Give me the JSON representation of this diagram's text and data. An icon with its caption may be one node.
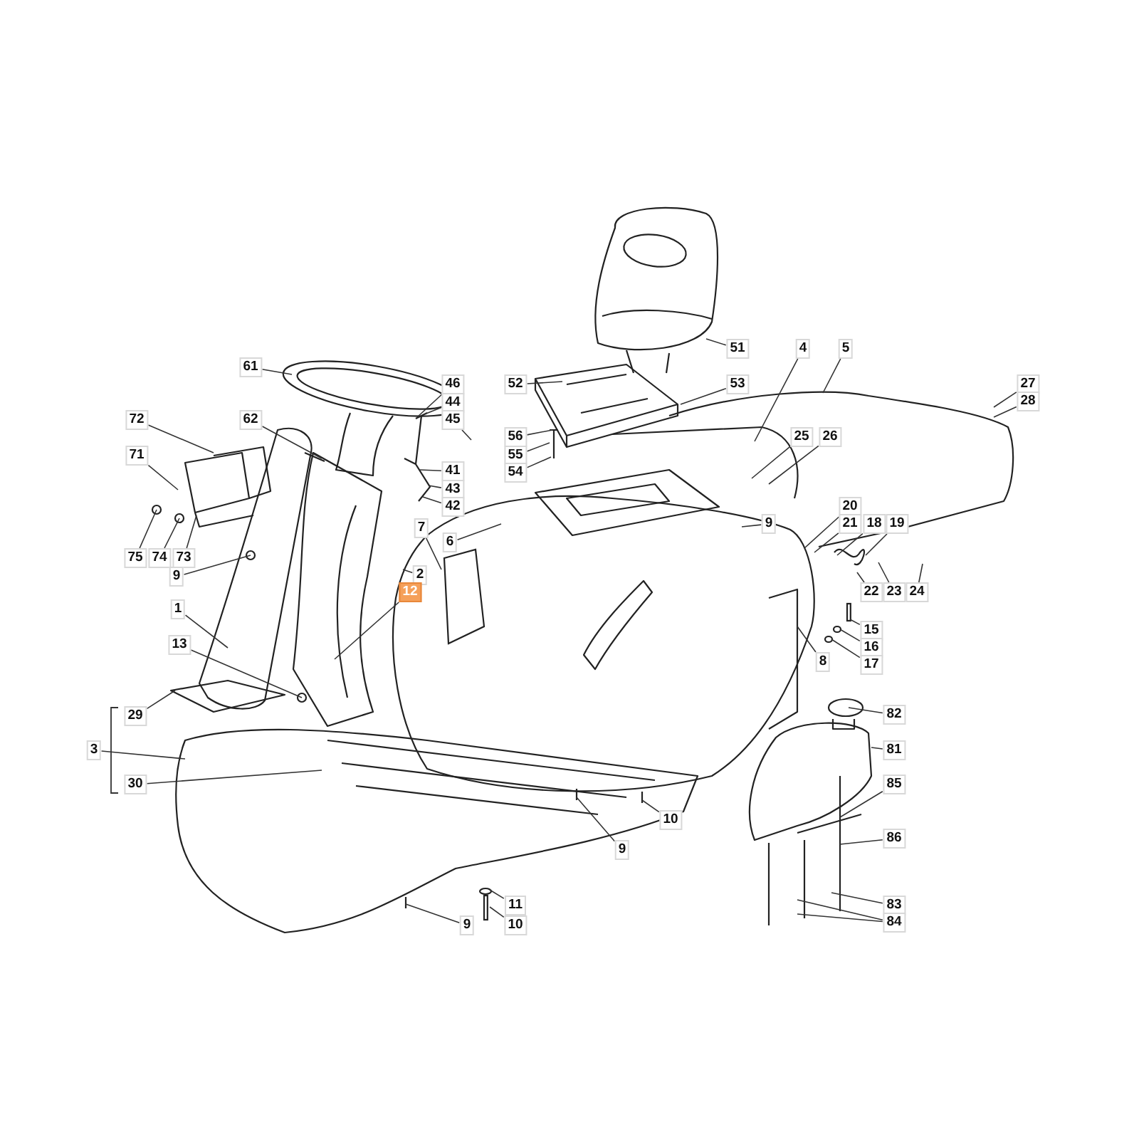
{
  "diagram": {
    "nodes": [
      {
        "text": [
          "61"
        ]
      },
      {
        "text": [
          "62"
        ]
      },
      {
        "text": [
          "72"
        ]
      },
      {
        "text": [
          "71"
        ]
      },
      {
        "text": [
          "75"
        ]
      },
      {
        "text": [
          "74"
        ]
      },
      {
        "text": [
          "73"
        ]
      },
      {
        "text": [
          "9"
        ]
      },
      {
        "text": [
          "46"
        ]
      },
      {
        "text": [
          "44"
        ]
      },
      {
        "text": [
          "45"
        ]
      },
      {
        "text": [
          "41"
        ]
      },
      {
        "text": [
          "43"
        ]
      },
      {
        "text": [
          "42"
        ]
      },
      {
        "text": [
          "52"
        ]
      },
      {
        "text": [
          "56"
        ]
      },
      {
        "text": [
          "55"
        ]
      },
      {
        "text": [
          "54"
        ]
      },
      {
        "text": [
          "51"
        ]
      },
      {
        "text": [
          "53"
        ]
      },
      {
        "text": [
          "4"
        ]
      },
      {
        "text": [
          "5"
        ]
      },
      {
        "text": [
          "27"
        ]
      },
      {
        "text": [
          "28"
        ]
      },
      {
        "text": [
          "25"
        ]
      },
      {
        "text": [
          "26"
        ]
      },
      {
        "text": [
          "9"
        ]
      },
      {
        "text": [
          "20"
        ]
      },
      {
        "text": [
          "21"
        ]
      },
      {
        "text": [
          "18"
        ]
      },
      {
        "text": [
          "19"
        ]
      },
      {
        "text": [
          "22"
        ]
      },
      {
        "text": [
          "23"
        ]
      },
      {
        "text": [
          "24"
        ]
      },
      {
        "text": [
          "15"
        ]
      },
      {
        "text": [
          "16"
        ]
      },
      {
        "text": [
          "17"
        ]
      },
      {
        "text": [
          "8"
        ]
      },
      {
        "text": [
          "7"
        ]
      },
      {
        "text": [
          "6"
        ]
      },
      {
        "text": [
          "2"
        ]
      },
      {
        "text": [
          "12"
        ]
      },
      {
        "text": [
          "1"
        ]
      },
      {
        "text": [
          "13"
        ]
      },
      {
        "text": [
          "29"
        ]
      },
      {
        "text": [
          "3"
        ]
      },
      {
        "text": [
          "30"
        ]
      },
      {
        "text": [
          "9"
        ]
      },
      {
        "text": [
          "10"
        ]
      },
      {
        "text": [
          "9"
        ]
      },
      {
        "text": [
          "11"
        ]
      },
      {
        "text": [
          "10"
        ]
      },
      {
        "text": [
          "82"
        ]
      },
      {
        "text": [
          "81"
        ]
      },
      {
        "text": [
          "85"
        ]
      },
      {
        "text": [
          "86"
        ]
      },
      {
        "text": [
          "83"
        ]
      },
      {
        "text": [
          "84"
        ]
      },
      {
        "text": [],
        "shape": "box"
      },
      {
        "text": [],
        "shape": "circle"
      },
      {
        "text": [],
        "shape": "bar"
      },
      {
        "text": [],
        "shape": "bar"
      },
      {
        "text": [],
        "shape": "circle"
      },
      {
        "text": [],
        "shape": "circle"
      },
      {
        "text": [],
        "shape": "bar"
      }
    ],
    "edges": [
      {
        "from": 0,
        "to": null,
        "arrow": "none"
      },
      {
        "from": 1,
        "to": null,
        "arrow": "none"
      },
      {
        "from": 2,
        "to": null,
        "arrow": "none"
      },
      {
        "from": 3,
        "to": null,
        "arrow": "none"
      },
      {
        "from": 4,
        "to": null,
        "arrow": "none"
      },
      {
        "from": 5,
        "to": null,
        "arrow": "none"
      },
      {
        "from": 6,
        "to": null,
        "arrow": "none"
      },
      {
        "from": 7,
        "to": null,
        "arrow": "none"
      },
      {
        "from": 8,
        "to": 64,
        "arrow": "none"
      },
      {
        "from": 9,
        "to": 64,
        "arrow": "none"
      },
      {
        "from": 10,
        "to": null,
        "arrow": "none"
      },
      {
        "from": 11,
        "to": 64,
        "arrow": "none"
      },
      {
        "from": 12,
        "to": 64,
        "arrow": "none"
      },
      {
        "from": 13,
        "to": 64,
        "arrow": "none"
      },
      {
        "from": 14,
        "to": null,
        "arrow": "none"
      },
      {
        "from": 15,
        "to": null,
        "arrow": "none"
      },
      {
        "from": 16,
        "to": null,
        "arrow": "none"
      },
      {
        "from": 17,
        "to": null,
        "arrow": "none"
      },
      {
        "from": 18,
        "to": null,
        "arrow": "none"
      },
      {
        "from": 19,
        "to": null,
        "arrow": "none"
      },
      {
        "from": 20,
        "to": null,
        "arrow": "none"
      },
      {
        "from": 21,
        "to": null,
        "arrow": "none"
      },
      {
        "from": 22,
        "to": null,
        "arrow": "none"
      },
      {
        "from": 23,
        "to": null,
        "arrow": "none"
      },
      {
        "from": 24,
        "to": null,
        "arrow": "none"
      },
      {
        "from": 25,
        "to": null,
        "arrow": "none"
      },
      {
        "from": 26,
        "to": null,
        "arrow": "none"
      },
      {
        "from": 27,
        "to": null,
        "arrow": "none"
      },
      {
        "from": 28,
        "to": null,
        "arrow": "none"
      },
      {
        "from": 29,
        "to": null,
        "arrow": "none"
      },
      {
        "from": 30,
        "to": null,
        "arrow": "none"
      },
      {
        "from": 31,
        "to": null,
        "arrow": "none"
      },
      {
        "from": 32,
        "to": null,
        "arrow": "none"
      },
      {
        "from": 33,
        "to": null,
        "arrow": "none"
      },
      {
        "from": 34,
        "to": 61,
        "arrow": "none"
      },
      {
        "from": 35,
        "to": 62,
        "arrow": "none"
      },
      {
        "from": 36,
        "to": 63,
        "arrow": "none"
      },
      {
        "from": 37,
        "to": null,
        "arrow": "none"
      },
      {
        "from": 38,
        "to": 58,
        "arrow": "none"
      },
      {
        "from": 39,
        "to": null,
        "arrow": "none"
      },
      {
        "from": 40,
        "to": null,
        "arrow": "none"
      },
      {
        "from": 41,
        "to": null,
        "arrow": "none"
      },
      {
        "from": 42,
        "to": null,
        "arrow": "none"
      },
      {
        "from": 43,
        "to": null,
        "arrow": "none"
      },
      {
        "from": 44,
        "to": null,
        "arrow": "none"
      },
      {
        "from": 45,
        "to": null,
        "arrow": "none"
      },
      {
        "from": 46,
        "to": null,
        "arrow": "none"
      },
      {
        "from": 47,
        "to": null,
        "arrow": "none"
      },
      {
        "from": 48,
        "to": null,
        "arrow": "none"
      },
      {
        "from": 49,
        "to": null,
        "arrow": "none"
      },
      {
        "from": 50,
        "to": 59,
        "arrow": "none"
      },
      {
        "from": 51,
        "to": 60,
        "arrow": "none"
      },
      {
        "from": 52,
        "to": null,
        "arrow": "none"
      },
      {
        "from": 53,
        "to": null,
        "arrow": "none"
      },
      {
        "from": 54,
        "to": null,
        "arrow": "none"
      },
      {
        "from": 55,
        "to": null,
        "arrow": "none"
      },
      {
        "from": 56,
        "to": null,
        "arrow": "none"
      },
      {
        "from": 57,
        "to": null,
        "arrow": "none"
      },
      {
        "from": 57,
        "to": null,
        "arrow": "none"
      }
    ]
  }
}
